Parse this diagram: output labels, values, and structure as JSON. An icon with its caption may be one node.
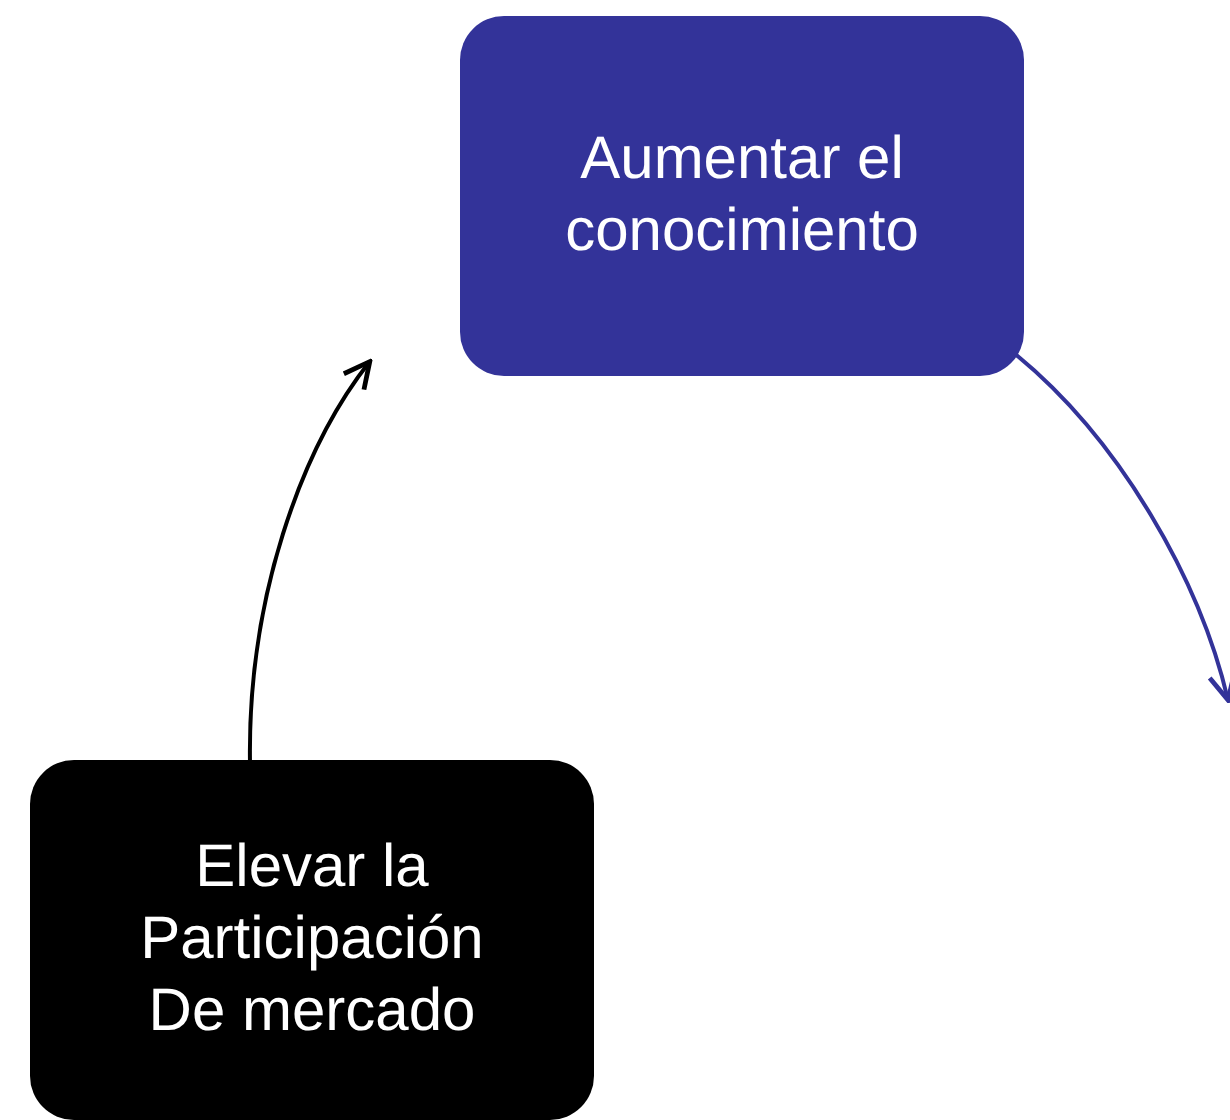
{
  "diagram": {
    "nodes": [
      {
        "text": [
          "Aumentar el conocimiento"
        ]
      },
      {
        "text": [
          "Elevar la Participación De mercado"
        ]
      }
    ],
    "edges": [
      {
        "from": 1,
        "to": 0,
        "arrow": "to"
      },
      {
        "from": 0,
        "to": null,
        "arrow": "to",
        "color": "#333399"
      }
    ]
  }
}
